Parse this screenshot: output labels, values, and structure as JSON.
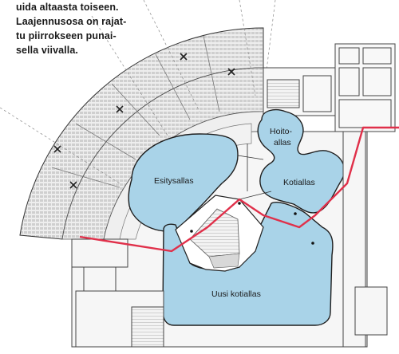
{
  "caption": {
    "lines": [
      "uida altaasta toiseen.",
      "Laajennusosa on rajat-",
      "tu piirrokseen punai-",
      "sella viivalla."
    ]
  },
  "pools": {
    "esitysallas": "Esitysallas",
    "hoito_line1": "Hoito-",
    "hoito_line2": "allas",
    "kotiallas": "Kotiallas",
    "uusi_kotiallas": "Uusi kotiallas"
  },
  "colors": {
    "pool_fill": "#a9d3e8",
    "wall": "#2b2b2b",
    "extension_line": "#e0304a",
    "seating_fill": "#e4e4e4",
    "corridor_fill": "#ededed"
  }
}
